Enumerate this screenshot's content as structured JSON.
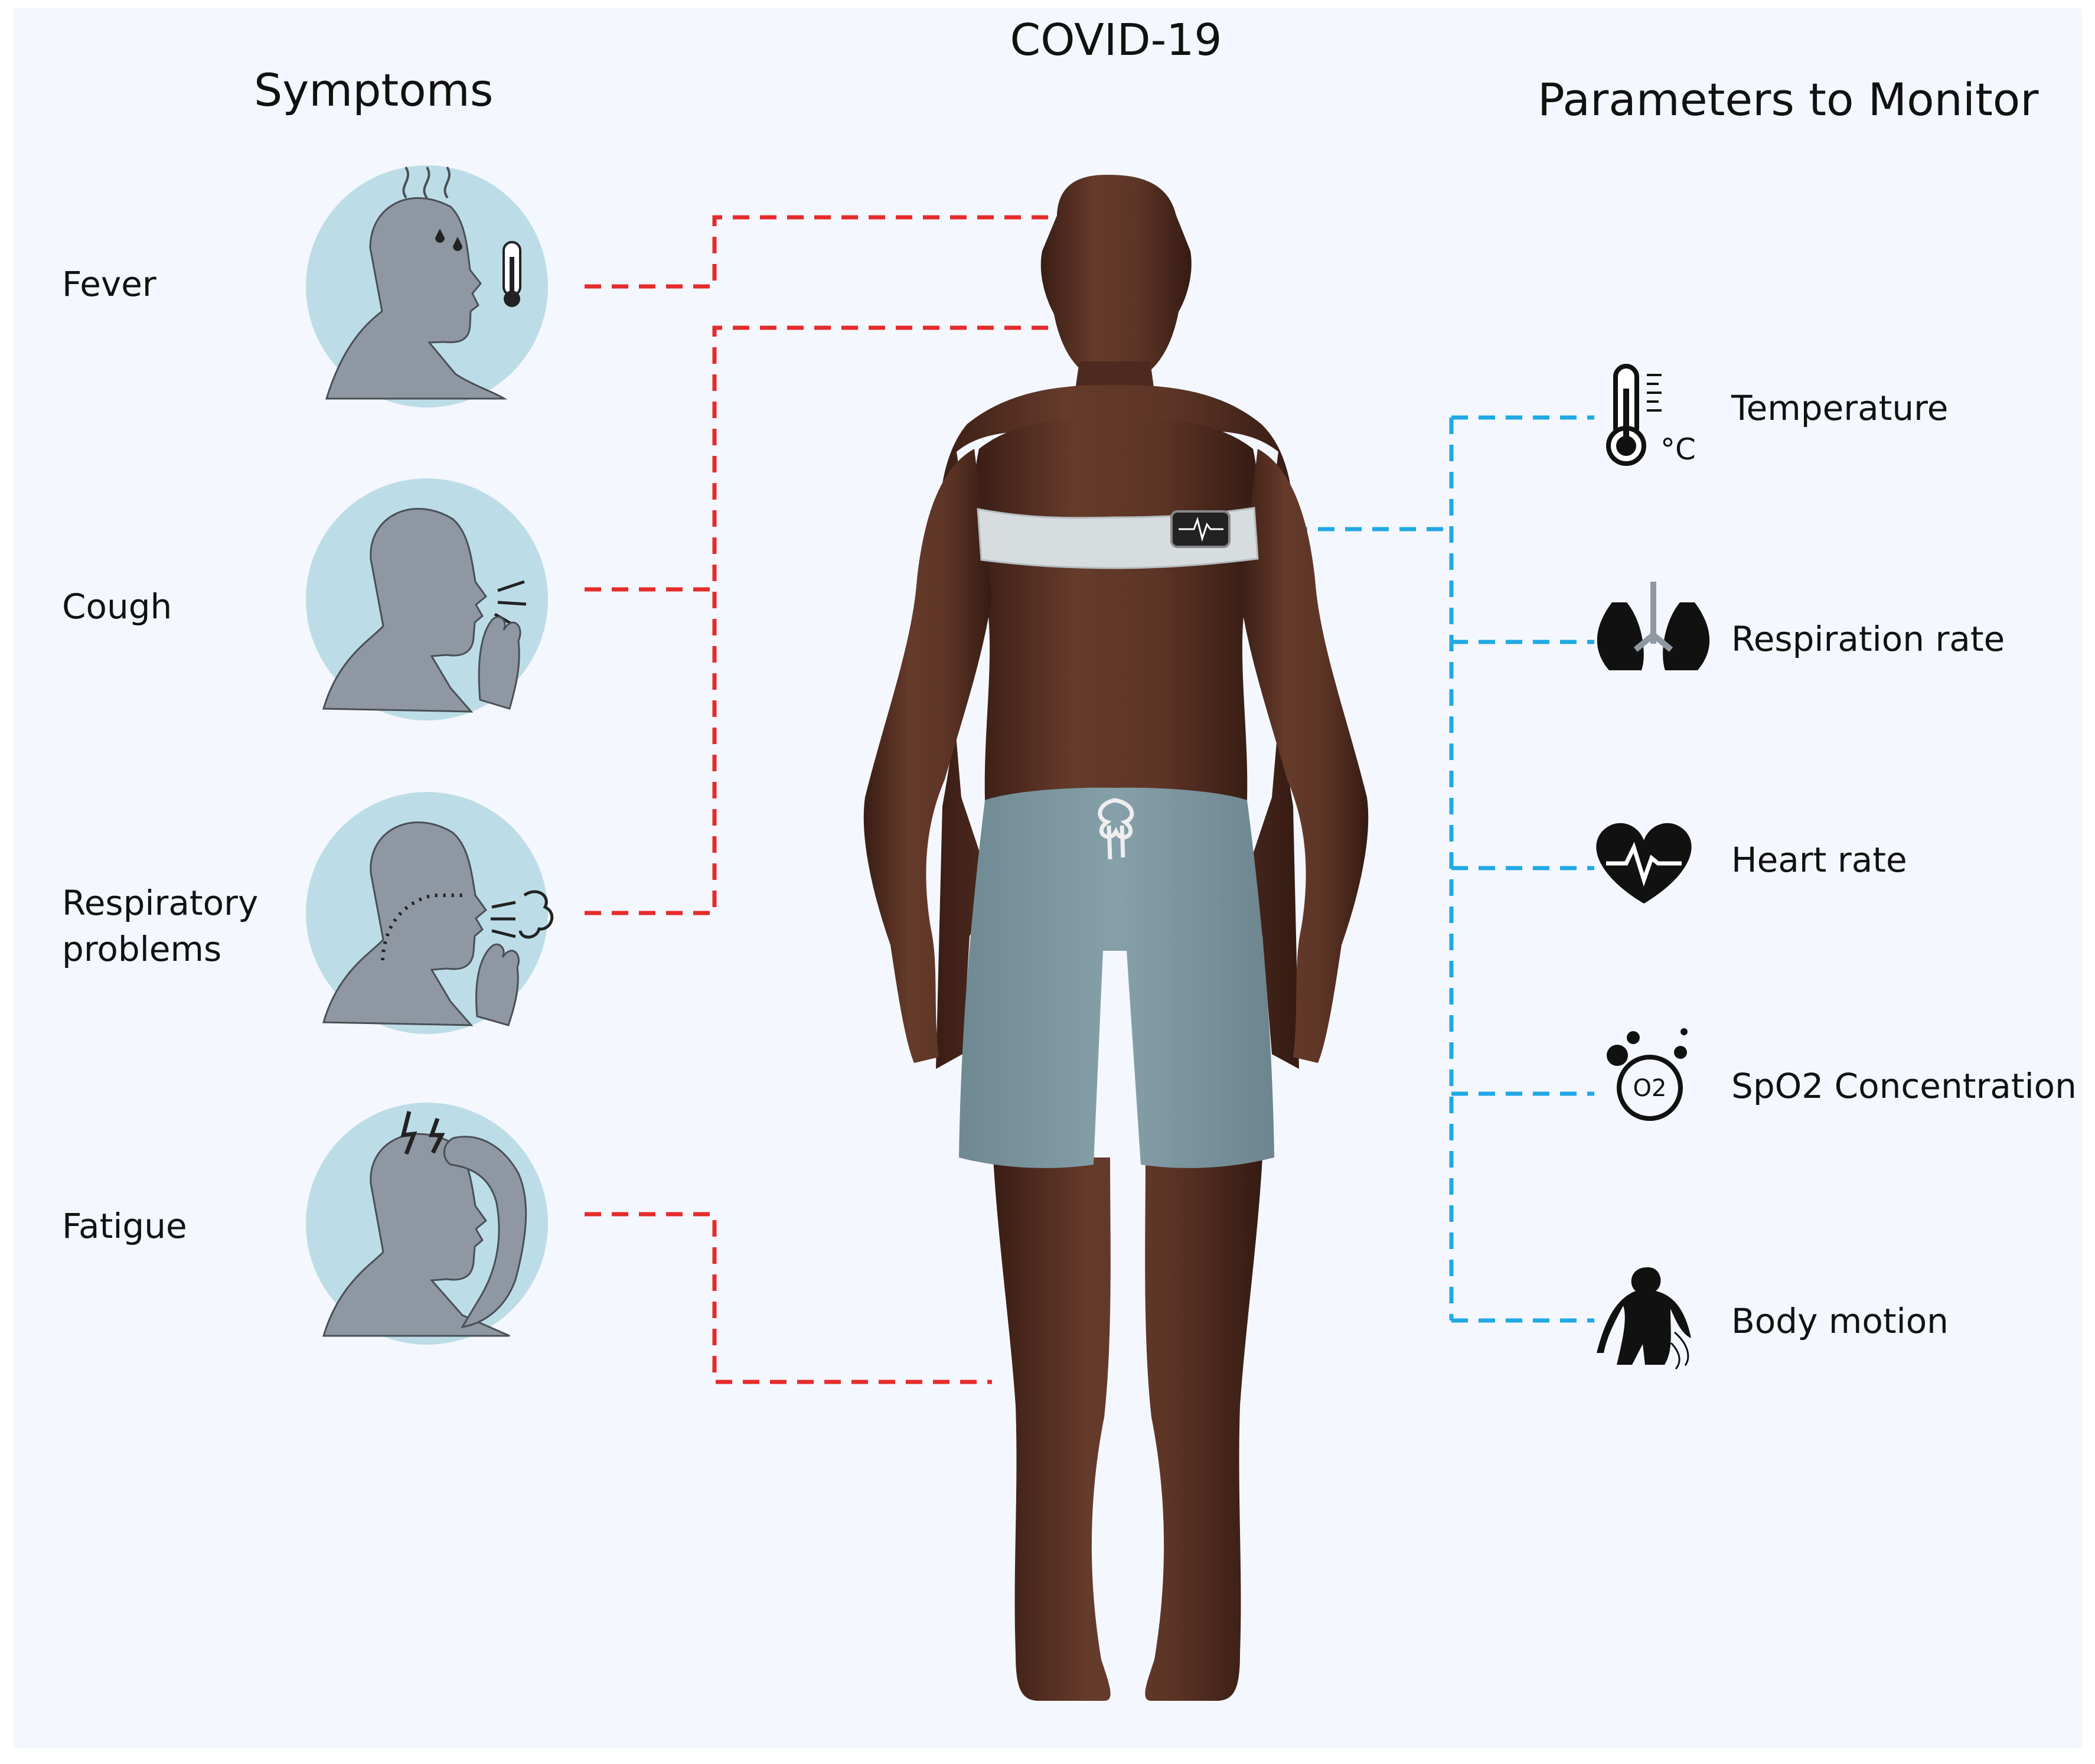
{
  "title": "COVID-19",
  "symptoms": {
    "header": "Symptoms",
    "items": [
      {
        "label": "Fever",
        "icon": "fever-icon"
      },
      {
        "label": "Cough",
        "icon": "cough-icon"
      },
      {
        "label": "Respiratory\nproblems",
        "icon": "respiratory-problems-icon"
      },
      {
        "label": "Fatigue",
        "icon": "fatigue-icon"
      }
    ]
  },
  "parameters": {
    "header": "Parameters to Monitor",
    "items": [
      {
        "label": "Temperature",
        "icon": "thermometer-icon",
        "unit": "°C"
      },
      {
        "label": "Respiration rate",
        "icon": "lungs-icon"
      },
      {
        "label": "Heart rate",
        "icon": "heart-rate-icon"
      },
      {
        "label": "SpO2 Concentration",
        "icon": "oxygen-icon",
        "badge": "O2"
      },
      {
        "label": "Body motion",
        "icon": "body-motion-icon"
      }
    ]
  },
  "colors": {
    "symptom_connector": "#e52b2b",
    "parameter_connector": "#20a8e5",
    "symptom_circle": "#bcdde7",
    "silhouette": "#8f98a2",
    "skin": "#5b3425",
    "shorts": "#7f97a1",
    "chest_strap": "#d7dcde"
  }
}
